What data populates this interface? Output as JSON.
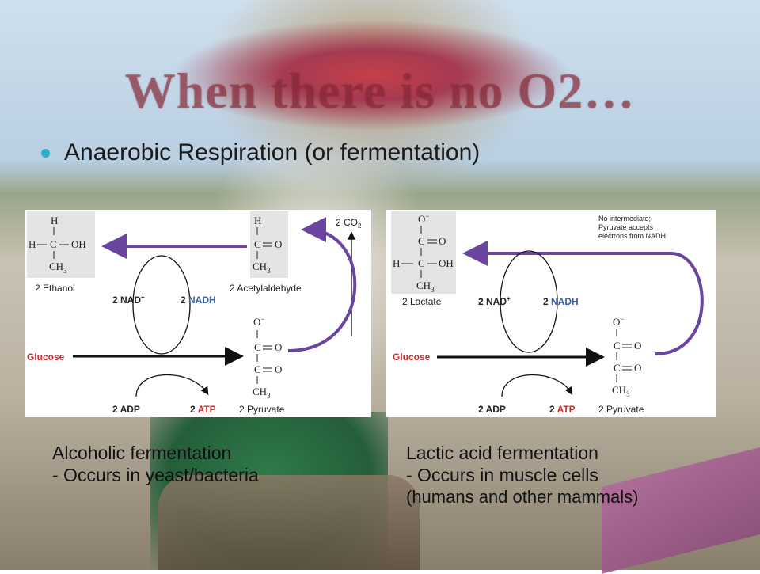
{
  "slide": {
    "title": "When there is no O2…",
    "bullet": "Anaerobic Respiration (or fermentation)"
  },
  "colors": {
    "accent_purple": "#6a45a0",
    "glucose_red": "#d12a2a",
    "nadh_blue": "#3060a8",
    "bullet_teal": "#2ab0c8"
  },
  "alcoholic": {
    "caption_title": "Alcoholic fermentation",
    "caption_desc": "- Occurs in yeast/bacteria",
    "co2": "2 CO",
    "co2_sub": "2",
    "ethanol": "2 Ethanol",
    "acetylaldehyde": "2 Acetylaldehyde",
    "nad_plus": "2 NAD",
    "nad_sup": "+",
    "nadh_prefix": "2 ",
    "nadh": "NADH",
    "glucose": "Glucose",
    "adp": "2 ADP",
    "atp_prefix": "2 ",
    "atp": "ATP",
    "pyruvate": "2 Pyruvate"
  },
  "lactic": {
    "caption_title": "Lactic acid fermentation",
    "caption_desc": "- Occurs in muscle cells",
    "caption_note": "(humans and other mammals)",
    "note_line1": "No intermediate;",
    "note_line2": "Pyruvate accepts",
    "note_line3": "electrons from NADH",
    "lactate": "2 Lactate",
    "nad_plus": "2 NAD",
    "nad_sup": "+",
    "nadh_prefix": "2 ",
    "nadh": "NADH",
    "glucose": "Glucose",
    "adp": "2 ADP",
    "atp_prefix": "2 ",
    "atp": "ATP",
    "pyruvate": "2 Pyruvate"
  },
  "chem": {
    "H": "H",
    "C": "C",
    "O": "O",
    "OH": "OH",
    "Ominus": "O",
    "minus": "−",
    "CH": "CH",
    "sub3": "3"
  }
}
